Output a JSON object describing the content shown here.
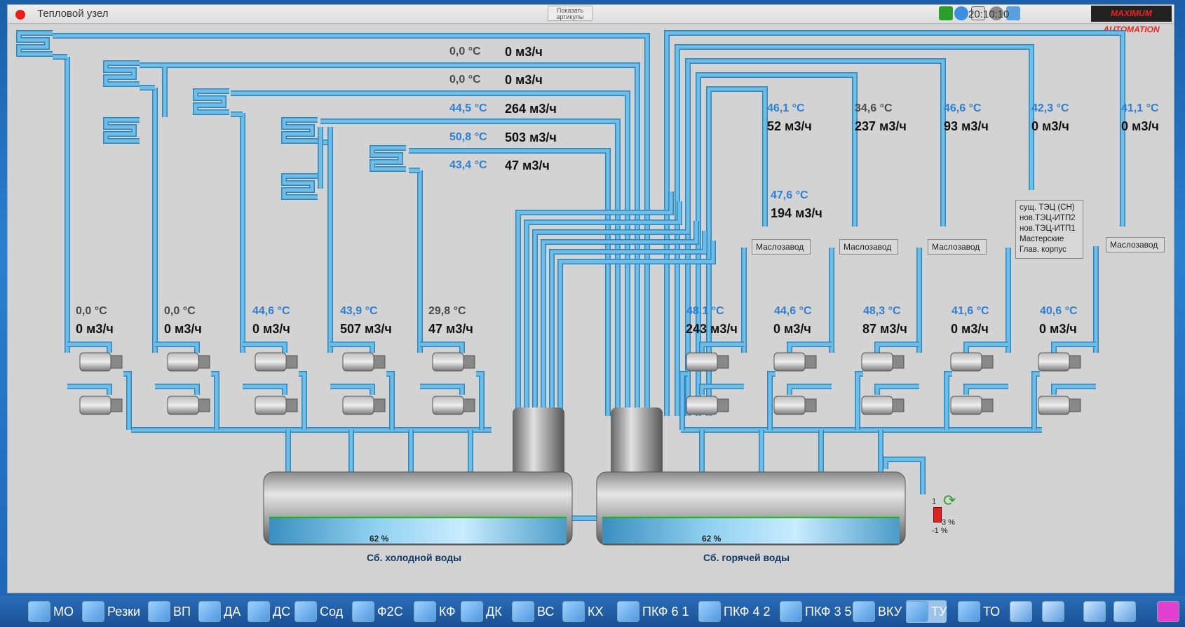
{
  "window": {
    "title": "Тепловой узел",
    "show_articles_label": "Показать артикулы",
    "clock": "20:10:10",
    "logo_text": "MAXIMUM AUTOMATION"
  },
  "colors": {
    "pipe": "#6fbde6",
    "pipe_edge": "#2a86bf",
    "blue_text": "#2d7fd6",
    "level_line": "#22aa22"
  },
  "header_readouts": [
    {
      "temp": "0,0 °C",
      "flow": "0 м3/ч",
      "temp_style": "gray"
    },
    {
      "temp": "0,0 °C",
      "flow": "0 м3/ч",
      "temp_style": "gray"
    },
    {
      "temp": "44,5 °C",
      "flow": "264 м3/ч",
      "temp_style": "blue"
    },
    {
      "temp": "50,8 °C",
      "flow": "503 м3/ч",
      "temp_style": "blue"
    },
    {
      "temp": "43,4 °C",
      "flow": "47 м3/ч",
      "temp_style": "blue"
    }
  ],
  "right_readouts": [
    {
      "temp": "46,1 °C",
      "flow": "52 м3/ч",
      "temp_style": "blue"
    },
    {
      "temp": "34,6 °C",
      "flow": "237 м3/ч",
      "temp_style": "gray"
    },
    {
      "temp": "46,6 °C",
      "flow": "93 м3/ч",
      "temp_style": "blue"
    },
    {
      "temp": "42,3 °C",
      "flow": "0 м3/ч",
      "temp_style": "blue"
    },
    {
      "temp": "41,1 °C",
      "flow": "0 м3/ч",
      "temp_style": "blue"
    }
  ],
  "mid_readout": {
    "temp": "47,6 °C",
    "flow": "194 м3/ч"
  },
  "cold_pumps": [
    {
      "temp": "0,0 °C",
      "flow": "0 м3/ч",
      "temp_style": "gray"
    },
    {
      "temp": "0,0 °C",
      "flow": "0 м3/ч",
      "temp_style": "gray"
    },
    {
      "temp": "44,6 °C",
      "flow": "0 м3/ч",
      "temp_style": "blue"
    },
    {
      "temp": "43,9 °C",
      "flow": "507 м3/ч",
      "temp_style": "blue"
    },
    {
      "temp": "29,8 °C",
      "flow": "47 м3/ч",
      "temp_style": "gray"
    }
  ],
  "hot_pumps": [
    {
      "temp": "48,1 °C",
      "flow": "243 м3/ч",
      "temp_style": "blue"
    },
    {
      "temp": "44,6 °C",
      "flow": "0 м3/ч",
      "temp_style": "blue"
    },
    {
      "temp": "48,3 °C",
      "flow": "87 м3/ч",
      "temp_style": "blue"
    },
    {
      "temp": "41,6 °C",
      "flow": "0 м3/ч",
      "temp_style": "blue"
    },
    {
      "temp": "40,6 °C",
      "flow": "0 м3/ч",
      "temp_style": "blue"
    }
  ],
  "destination_labels": [
    "Маслозавод",
    "Маслозавод",
    "Маслозавод",
    "Маслозавод"
  ],
  "multi_destination": [
    "сущ. ТЭЦ (СН)",
    "нов.ТЭЦ-ИТП2",
    "нов.ТЭЦ-ИТП1",
    "Мастерские",
    "Глав. корпус"
  ],
  "tanks": [
    {
      "name": "Сб. холодной воды",
      "level_text": "62 %",
      "level": 62
    },
    {
      "name": "Сб. горячей воды",
      "level_text": "62 %",
      "level": 62
    }
  ],
  "valve": {
    "top": "1",
    "mid": "3 %",
    "bot": "-1 %"
  },
  "taskbar": [
    {
      "label": "МО",
      "icon": "mo-icon"
    },
    {
      "label": "Резки",
      "icon": "cutting-icon"
    },
    {
      "label": "ВП",
      "icon": "vp-icon"
    },
    {
      "label": "ДА",
      "icon": "da-icon"
    },
    {
      "label": "ДС",
      "icon": "ds-icon"
    },
    {
      "label": "Сод",
      "icon": "soda-icon"
    },
    {
      "label": "Ф2С",
      "icon": "f2s-icon"
    },
    {
      "label": "КФ",
      "icon": "kf-icon"
    },
    {
      "label": "ДК",
      "icon": "dk-icon"
    },
    {
      "label": "ВС",
      "icon": "vs-icon"
    },
    {
      "label": "КХ",
      "icon": "kh-icon"
    },
    {
      "label": "ПКФ 6 1",
      "icon": "pkf61-icon"
    },
    {
      "label": "ПКФ 4 2",
      "icon": "pkf42-icon"
    },
    {
      "label": "ПКФ 3 5",
      "icon": "pkf35-icon"
    },
    {
      "label": "ВКУ",
      "icon": "vku-icon"
    },
    {
      "label": "ТУ",
      "icon": "tu-icon",
      "active": true
    },
    {
      "label": "ТО",
      "icon": "to-icon"
    }
  ]
}
